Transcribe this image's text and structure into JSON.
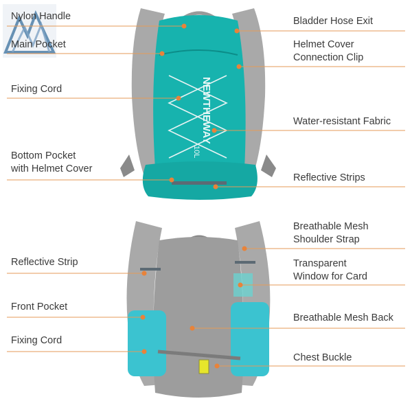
{
  "colors": {
    "teal": "#17b3ae",
    "teal_dark": "#0c8d89",
    "grey": "#a9a9a9",
    "grey_dark": "#8a8a8a",
    "leader": "#e59a57",
    "dot": "#e8833a",
    "text": "#3a3a3a"
  },
  "icons": {
    "logo": "mountain-logo-icon",
    "pointer": "orange-dot-icon"
  },
  "top_view": {
    "brand_print": "NEWTHEWAY",
    "capacity_print": "10L",
    "labels": [
      {
        "key": "nylon_handle",
        "text": "Nylon Handle"
      },
      {
        "key": "main_pocket",
        "text": "Main Pocket"
      },
      {
        "key": "fixing_cord",
        "text": "Fixing Cord"
      },
      {
        "key": "bottom_pocket",
        "text": "Bottom Pocket\nwith Helmet Cover"
      },
      {
        "key": "bladder_hose_exit",
        "text": "Bladder Hose Exit"
      },
      {
        "key": "helmet_cover_clip",
        "text": "Helmet Cover\nConnection Clip"
      },
      {
        "key": "water_resistant_fabric",
        "text": "Water-resistant Fabric"
      },
      {
        "key": "reflective_strips",
        "text": "Reflective Strips"
      }
    ]
  },
  "bottom_view": {
    "labels": [
      {
        "key": "reflective_strip",
        "text": "Reflective Strip"
      },
      {
        "key": "front_pocket",
        "text": "Front Pocket"
      },
      {
        "key": "fixing_cord_back",
        "text": "Fixing Cord"
      },
      {
        "key": "mesh_shoulder_strap",
        "text": "Breathable Mesh\nShoulder Strap"
      },
      {
        "key": "transparent_window",
        "text": "Transparent\nWindow for Card"
      },
      {
        "key": "mesh_back",
        "text": "Breathable Mesh Back"
      },
      {
        "key": "chest_buckle",
        "text": "Chest Buckle"
      }
    ]
  }
}
